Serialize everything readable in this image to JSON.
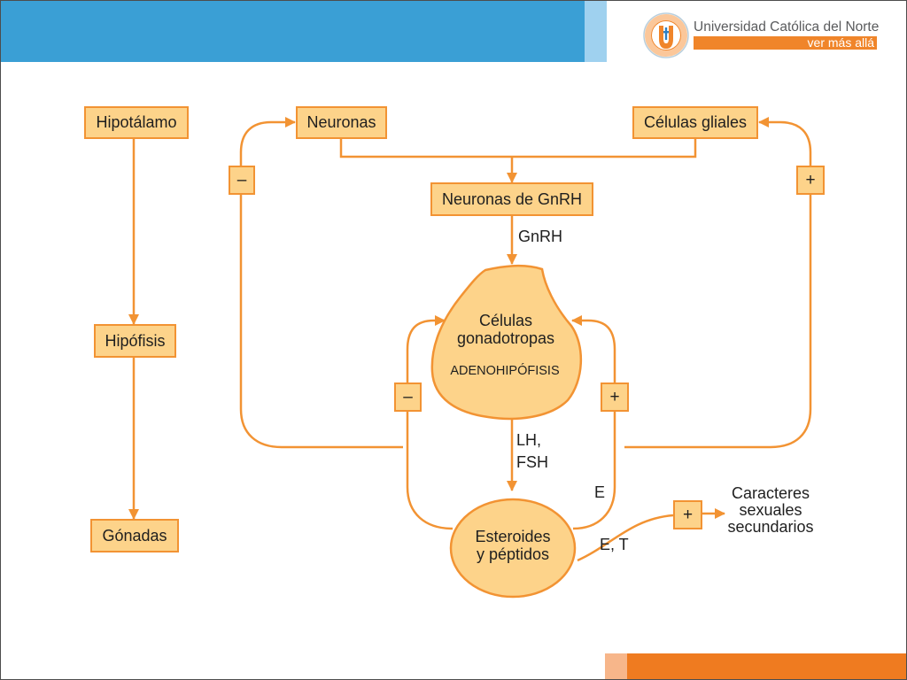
{
  "header": {
    "institution": "Universidad Católica del Norte",
    "slogan": "ver más allá"
  },
  "colors": {
    "header_blue": "#3a9fd5",
    "header_light_blue": "#9fd1ef",
    "header_text": "#5a5b5d",
    "accent_orange": "#f0852a",
    "box_fill": "#fdd38a",
    "box_stroke": "#f29333",
    "footer_peach": "#f7b68a",
    "footer_orange": "#ef7b20"
  },
  "axis": {
    "hypothalamus": "Hipotálamo",
    "pituitary": "Hipófisis",
    "gonads": "Gónadas"
  },
  "circuit": {
    "neurons": "Neuronas",
    "glial_cells": "Células gliales",
    "gnrh_neurons": "Neuronas de GnRH",
    "gnrh": "GnRH",
    "gonadotrope_cells": [
      "Células",
      "gonadotropas"
    ],
    "adenohypophysis": "ADENOHIPÓFISIS",
    "gonadotropins": [
      "LH,",
      "FSH"
    ],
    "gonadal_products": [
      "Esteroides",
      "y péptidos"
    ],
    "estrogen": "E",
    "estrogen_testosterone": "E, T",
    "secondary_sex_characteristics": [
      "Caracteres",
      "sexuales",
      "secundarios"
    ]
  },
  "feedback_signs": {
    "to_neurons": "–",
    "to_glial_cells": "+",
    "to_gonadotropes_negative": "–",
    "to_gonadotropes_positive": "+",
    "to_secondary_characteristics": "+"
  }
}
